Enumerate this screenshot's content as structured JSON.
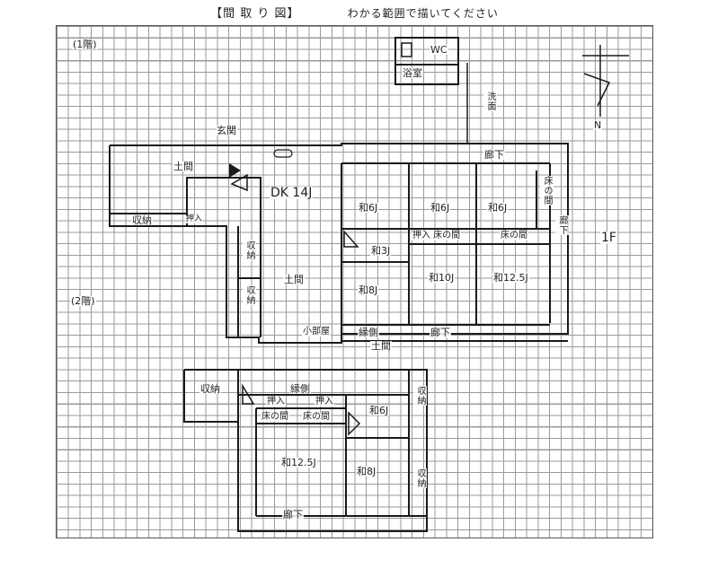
{
  "header": {
    "title": "【間 取 り 図】",
    "subtitle": "わかる範囲で描いてください"
  },
  "floors": {
    "first": "(1階)",
    "second": "(2階)",
    "first_marker": "1F"
  },
  "compass": {
    "north": "N"
  },
  "rooms_first": {
    "wc": "WC",
    "bath": "浴室",
    "washroom": "洗面",
    "entrance": "玄関",
    "earthen_floor_left": "土間",
    "dk": "DK 14J",
    "storage_left": "収納",
    "closet_small": "押入",
    "corridor_top": "廊下",
    "washi_6a": "和6J",
    "washi_6b": "和6J",
    "washi_6c": "和6J",
    "washi_3": "和3J",
    "washi_8": "和8J",
    "washi_10": "和10J",
    "washi_12_5": "和12.5J",
    "closet_tokonoma": "押入 床の間",
    "tokonoma": "床の間",
    "corridor_right": "廊下",
    "storage_mid1": "収納",
    "storage_mid2": "収納",
    "earthen_floor_mid": "土間",
    "small_room": "小部屋",
    "engawa": "縁側",
    "corridor_bottom": "廊下",
    "doma_bottom": "土間"
  },
  "rooms_second": {
    "storage_left": "収納",
    "engawa": "縁側",
    "closet1": "押入",
    "closet2": "押入",
    "tokonoma1": "床の間",
    "tokonoma2": "床の間",
    "washi_6": "和6J",
    "storage_right_top": "収納",
    "washi_12_5": "和12.5J",
    "washi_8": "和8J",
    "storage_right_bottom": "収納",
    "corridor": "廊下"
  }
}
